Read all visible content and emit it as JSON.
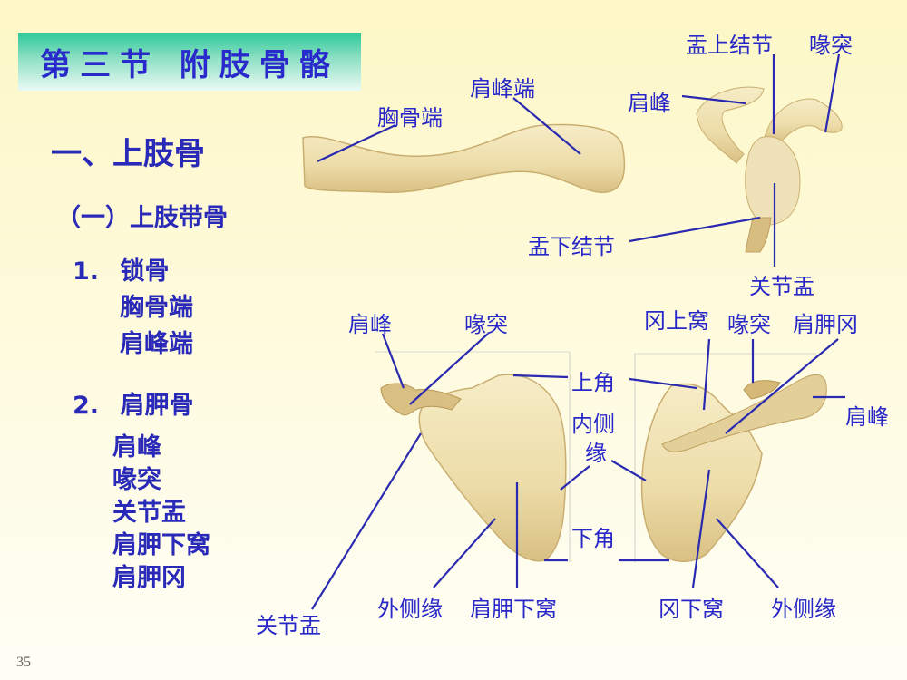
{
  "slide": {
    "title": "第三节 附肢骨骼",
    "page_number": "35",
    "colors": {
      "text": "#2a2ab8",
      "leader_lines": "#2a2ab0",
      "title_band_top": "#2dc89a",
      "background": "#fdf7c6",
      "bone": "#efe3b4"
    }
  },
  "outline": {
    "heading": "一、上肢骨",
    "subheading": "（一）上肢带骨",
    "sections": [
      {
        "number": "1.",
        "name": "锁骨",
        "items": [
          "胸骨端",
          "肩峰端"
        ]
      },
      {
        "number": "2.",
        "name": "肩胛骨",
        "items": [
          "肩峰",
          "喙突",
          "关节盂",
          "肩胛下窝",
          "肩胛冈"
        ]
      }
    ]
  },
  "figures": {
    "clavicle": {
      "labels": {
        "sternal_end": "胸骨端",
        "acromial_end": "肩峰端"
      }
    },
    "scapula_lateral": {
      "labels": {
        "supraglenoid": "盂上结节",
        "coracoid": "喙突",
        "acromion": "肩峰",
        "infraglenoid": "盂下结节",
        "glenoid": "关节盂"
      }
    },
    "scapula_anterior": {
      "labels": {
        "acromion": "肩峰",
        "coracoid": "喙突",
        "glenoid": "关节盂",
        "lateral_border": "外侧缘",
        "subscapular_fossa": "肩胛下窝"
      }
    },
    "middle_labels": {
      "superior_angle": "上角",
      "medial_border_1": "内侧",
      "medial_border_2": "缘",
      "inferior_angle": "下角"
    },
    "scapula_posterior": {
      "labels": {
        "supraspinous": "冈上窝",
        "coracoid": "喙突",
        "spine": "肩胛冈",
        "acromion": "肩峰",
        "infraspinous": "冈下窝",
        "lateral_border": "外侧缘"
      }
    }
  }
}
